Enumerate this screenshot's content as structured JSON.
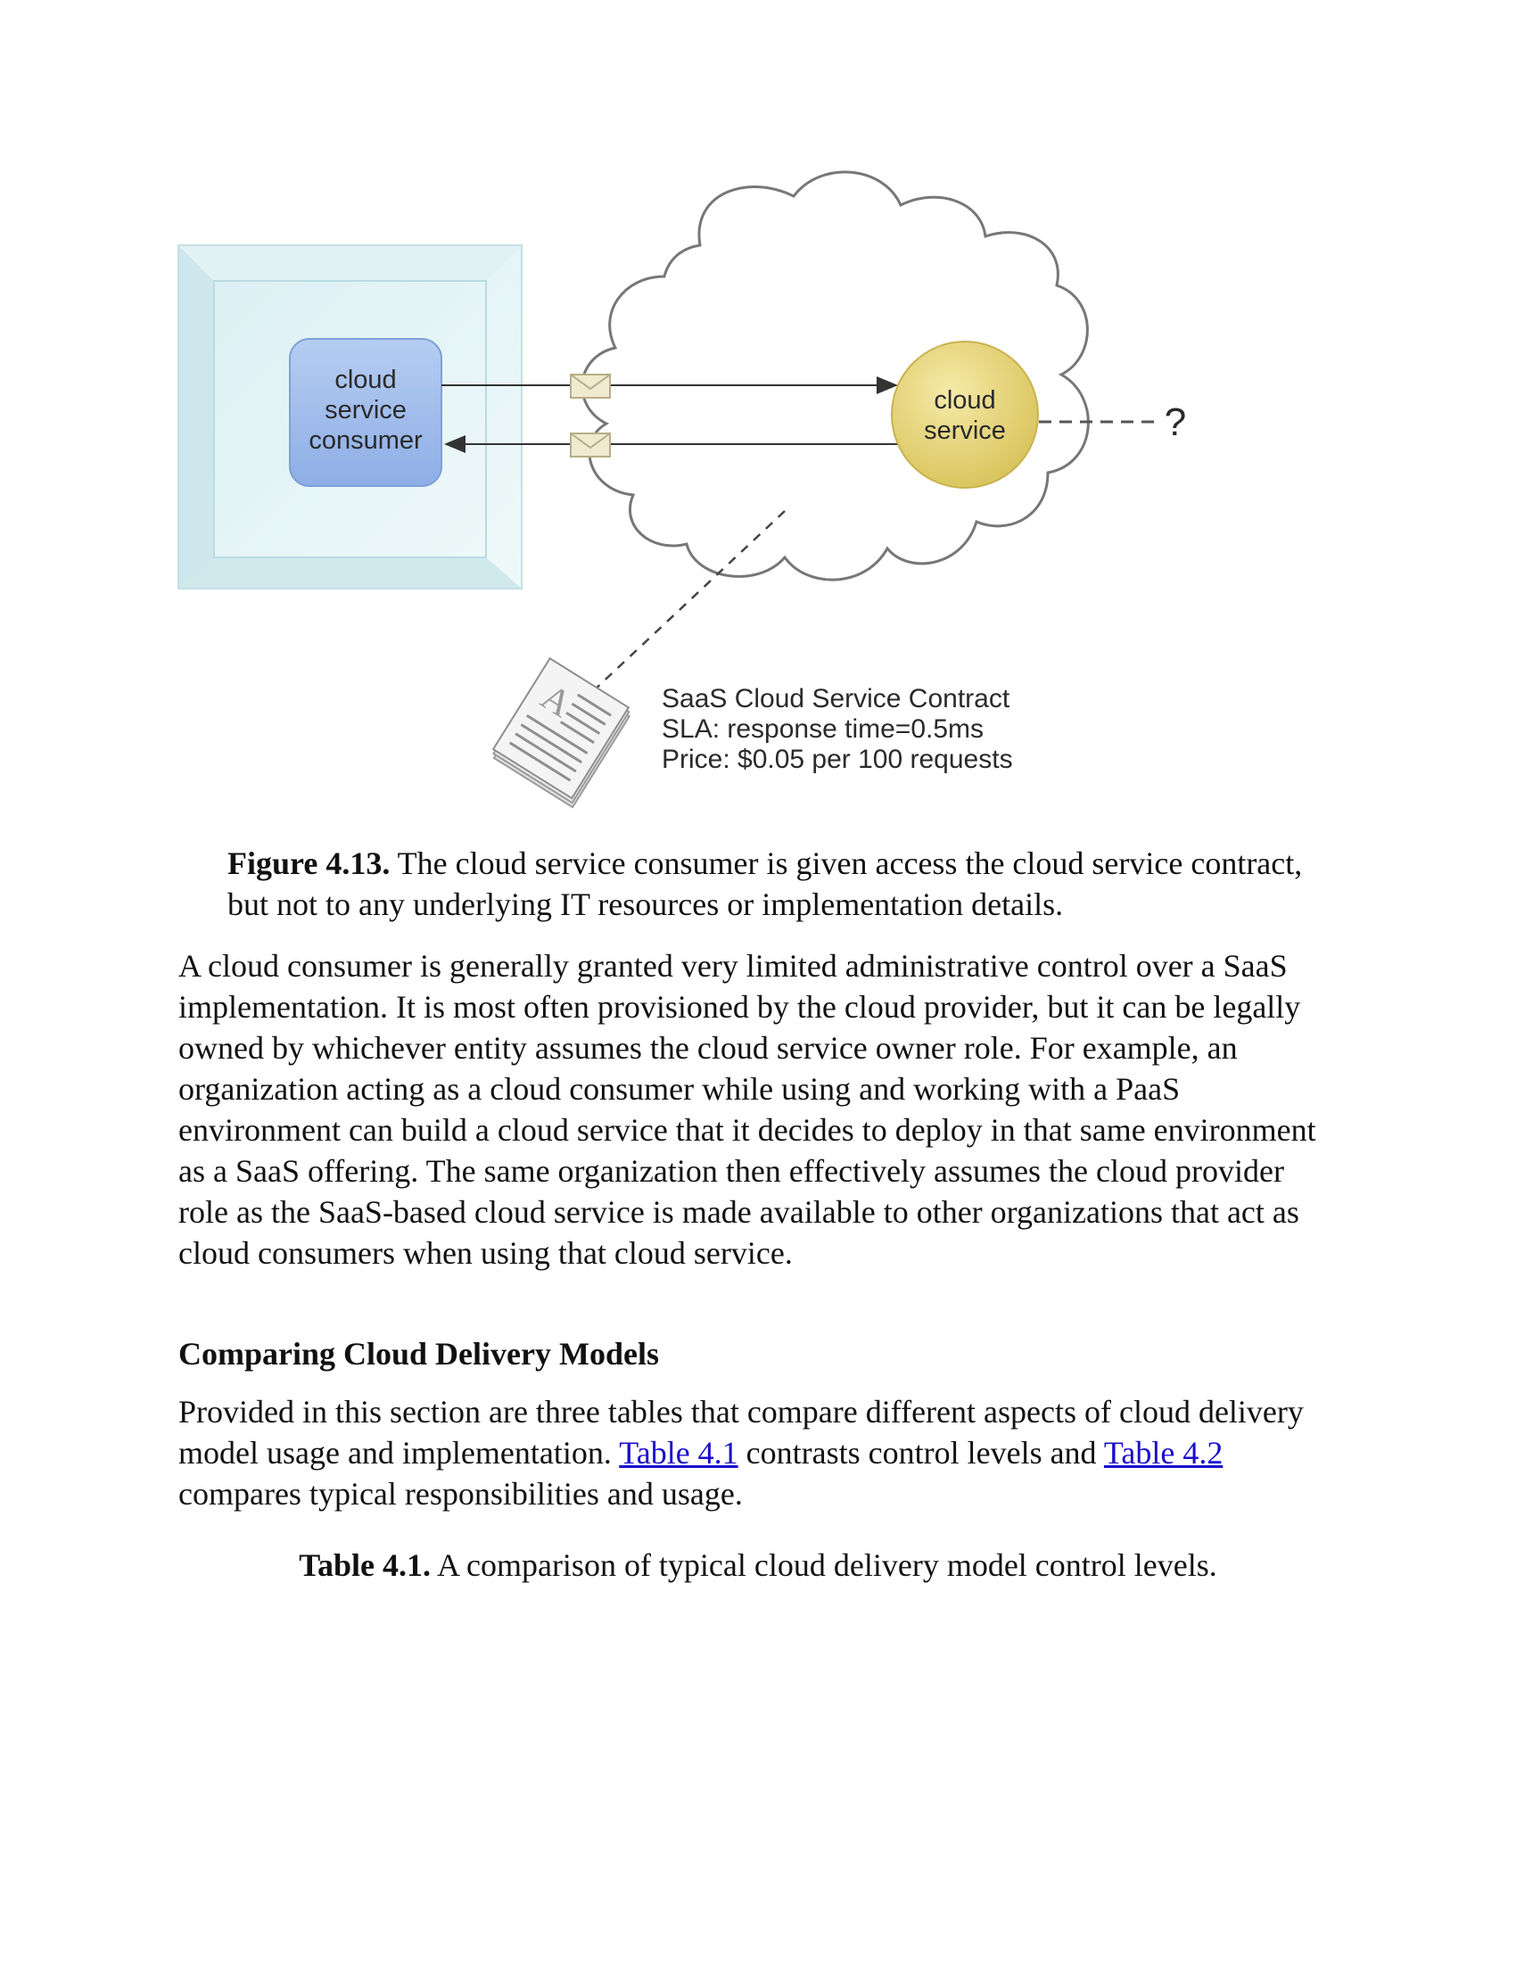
{
  "figure": {
    "consumer_label": [
      "cloud",
      "service",
      "consumer"
    ],
    "service_label": [
      "cloud",
      "service"
    ],
    "unknown_marker": "?",
    "contract_lines": [
      "SaaS Cloud Service Contract",
      "SLA: response time=0.5ms",
      "Price: $0.05 per 100 requests"
    ],
    "document_icon_letter": "A",
    "colors": {
      "consumer_box": "#9ab8e8",
      "service_circle": "#e8d778",
      "container": "#dcf0f3",
      "cloud_outline": "#777777"
    }
  },
  "caption": {
    "label": "Figure 4.13.",
    "text": " The cloud service consumer is given access the cloud service contract, but not to any underlying IT resources or implementation details."
  },
  "body": {
    "paragraph1": "A cloud consumer is generally granted very limited administrative control over a SaaS implementation. It is most often provisioned by the cloud provider, but it can be legally owned by whichever entity assumes the cloud service owner role. For example, an organization acting as a cloud consumer while using and working with a PaaS environment can build a cloud service that it decides to deploy in that same environment as a SaaS offering. The same organization then effectively assumes the cloud provider role as the SaaS-based cloud service is made available to other organizations that act as cloud consumers when using that cloud service.",
    "heading": "Comparing Cloud Delivery Models",
    "paragraph2_a": "Provided in this section are three tables that compare different aspects of cloud delivery model usage and implementation. ",
    "link_table_41": "Table 4.1",
    "paragraph2_b": " contrasts control levels and ",
    "link_table_42": "Table 4.2",
    "paragraph2_c": " compares typical responsibilities and usage."
  },
  "table_caption": {
    "label": "Table 4.1.",
    "text": " A comparison of typical cloud delivery model control levels."
  }
}
